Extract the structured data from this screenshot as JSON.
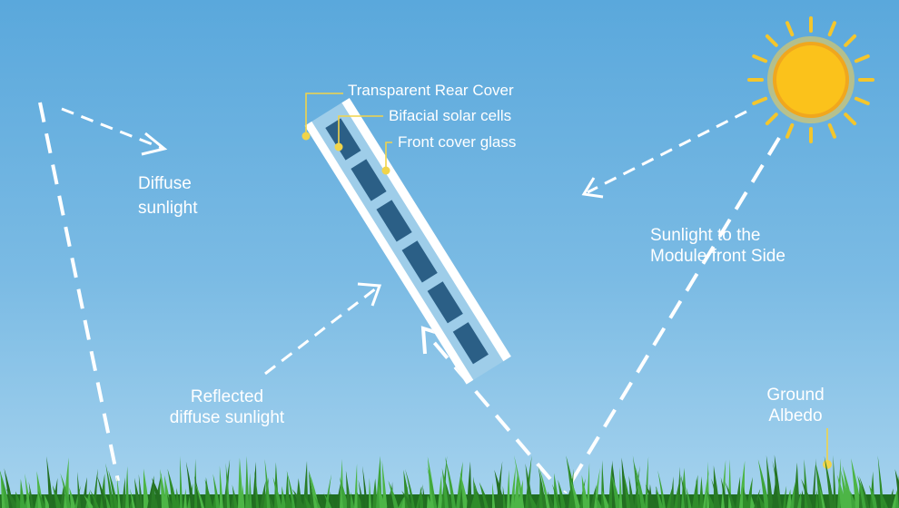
{
  "diagram": {
    "callouts": {
      "rear_cover": "Transparent Rear Cover",
      "bifacial_cells": "Bifacial solar cells",
      "front_glass": "Front cover glass"
    },
    "labels": {
      "diffuse_line1": "Diffuse",
      "diffuse_line2": "sunlight",
      "reflected_line1": "Reflected",
      "reflected_line2": "diffuse sunlight",
      "front_line1": "Sunlight to the",
      "front_line2": "Module front Side",
      "albedo_line1": "Ground",
      "albedo_line2": "Albedo"
    },
    "icons": [
      "sun-icon",
      "grass-ground",
      "solar-module"
    ],
    "colors": {
      "sky_top": "#5aa8dc",
      "sky_bottom": "#a6d3ee",
      "arrow": "#ffffff",
      "sun": "#fbc21b",
      "sun_rays": "#f4c62c",
      "callout": "#f1d44a",
      "module_glass": "#9ecde9",
      "module_frame": "#ffffff",
      "solar_cell": "#2b5f86",
      "grass": "#2f8c2a"
    }
  }
}
